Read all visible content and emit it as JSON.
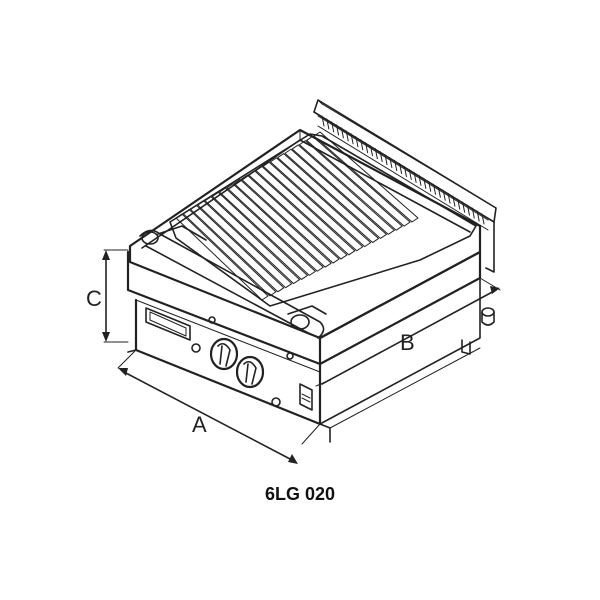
{
  "diagram": {
    "model": "6LG 020",
    "dimensions": {
      "width_label": "A",
      "depth_label": "B",
      "height_label": "C"
    }
  }
}
